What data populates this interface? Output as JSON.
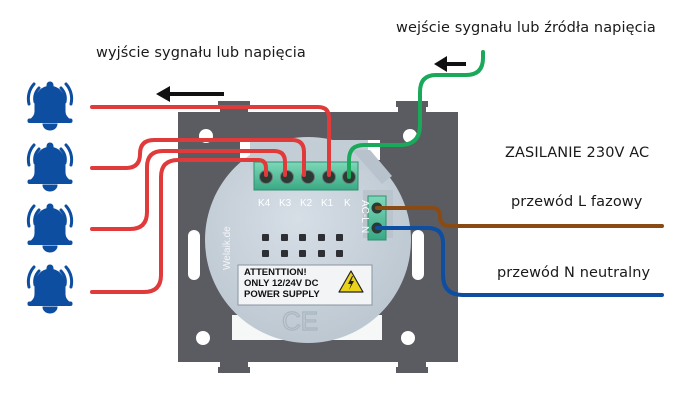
{
  "labels": {
    "input_signal": "wejście sygnału lub źródła napięcia",
    "output_signal": "wyjście sygnału lub napięcia",
    "power_supply": "ZASILANIE 230V AC",
    "live_wire": "przewód L fazowy",
    "neutral_wire": "przewód N neutralny"
  },
  "device": {
    "brand": "Welaik.de",
    "terminals": [
      "K4",
      "K3",
      "K2",
      "K1",
      "K"
    ],
    "power_terminals": [
      "AC-L",
      "N"
    ],
    "warning_lines": [
      "ATTENTTION!",
      "ONLY 12/24V DC",
      "POWER SUPPLY"
    ],
    "certification": "CE"
  },
  "outputs": [
    {
      "icon": "bell-ringing-icon",
      "terminal": "K1"
    },
    {
      "icon": "bell-ringing-icon",
      "terminal": "K2"
    },
    {
      "icon": "bell-ringing-icon",
      "terminal": "K3"
    },
    {
      "icon": "bell-ringing-icon",
      "terminal": "K4"
    }
  ],
  "colors": {
    "output_wire": "#e03a3a",
    "input_wire": "#1aa85a",
    "live_wire": "#8a4a14",
    "neutral_wire": "#0d4ea0",
    "bell": "#0d4ea0",
    "arrow": "#111111",
    "frame": "#5a5b60",
    "module": "#c9d3dc",
    "terminal_block": "#4fbf9a"
  }
}
